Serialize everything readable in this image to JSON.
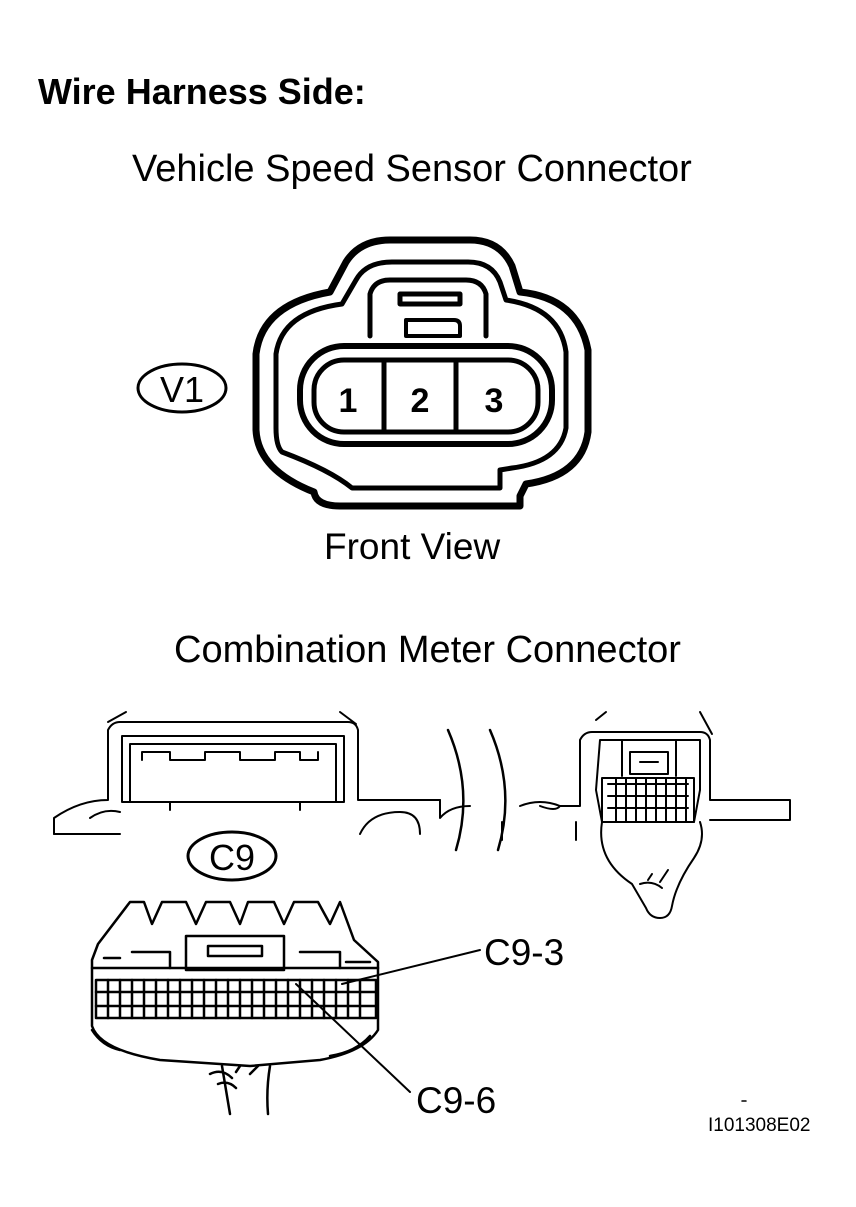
{
  "heading": "Wire Harness Side:",
  "vehicle_speed_sensor": {
    "title": "Vehicle Speed Sensor Connector",
    "connector_code": "V1",
    "pins": [
      "1",
      "2",
      "3"
    ],
    "view_label": "Front View"
  },
  "combination_meter": {
    "title": "Combination Meter Connector",
    "connector_code": "C9",
    "callouts": [
      "C9-3",
      "C9-6"
    ]
  },
  "figure_id": "I101308E02"
}
